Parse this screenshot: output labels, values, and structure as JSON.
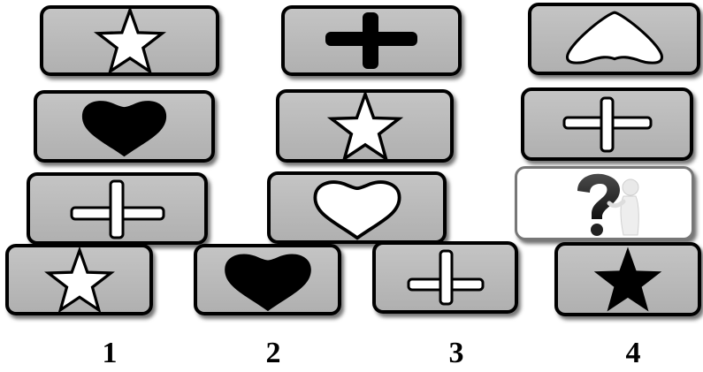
{
  "options": [
    {
      "number": "1"
    },
    {
      "number": "2"
    },
    {
      "number": "3"
    },
    {
      "number": "4"
    }
  ],
  "symbols": {
    "row1": [
      "white-star",
      "black-cross",
      "white-arch"
    ],
    "row2": [
      "black-heart",
      "white-star",
      "white-cross"
    ],
    "row3": [
      "white-cross",
      "white-heart",
      "question-mark"
    ],
    "options": [
      "white-star",
      "black-heart",
      "white-cross",
      "black-star"
    ]
  },
  "colors": {
    "card_fill": "#bdbdbd",
    "card_border": "#000000",
    "shape_dark": "#000000",
    "shape_light": "#ffffff"
  }
}
